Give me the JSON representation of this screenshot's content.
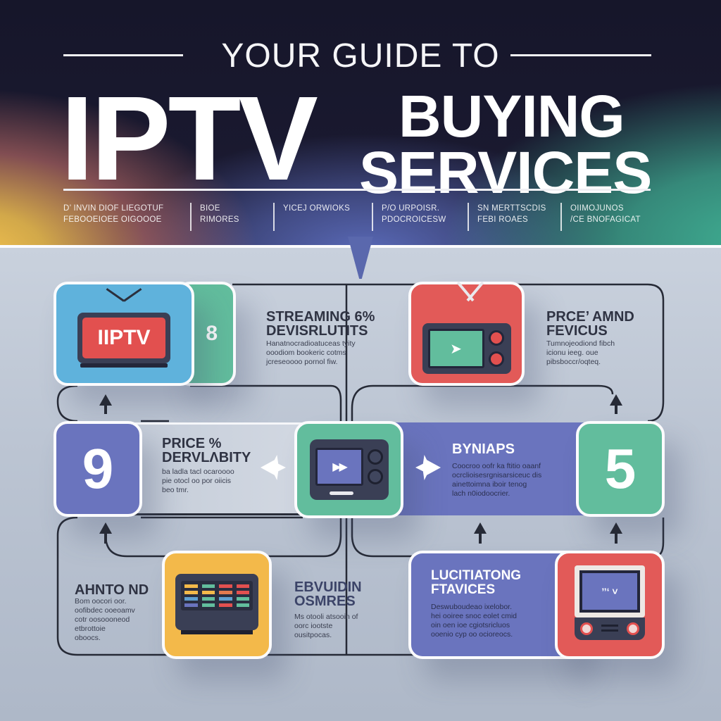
{
  "header": {
    "kicker": "YOUR GUIDE TO",
    "title_left": "IPTV",
    "title_right_line1": "BUYING",
    "title_right_line2": "SERVICES",
    "subnav": [
      {
        "line1": "D’ INVIN DIOF LIEGOTUF",
        "line2": "FEBOOEIOEE OIGOOOE"
      },
      {
        "line1": "BIOE",
        "line2": "RIMORES"
      },
      {
        "line1": "YICEJ ORWIOKS",
        "line2": ""
      },
      {
        "line1": "P/O URPOISR.",
        "line2": "PDOCROICESW"
      },
      {
        "line1": "SN MERTTSCDIS",
        "line2": "FEBI ROAES"
      },
      {
        "line1": "OIIMOJUNOS",
        "line2": "/CE BNOFAGICAT"
      }
    ]
  },
  "steps": [
    {
      "id": "streaming",
      "number": "8",
      "screen_label": "IIPTV",
      "title_line1": "STREAMING 6%",
      "title_line2": "DEVISRLUTITS",
      "body": [
        "Hanatnocradioatuceas tyity",
        "ooodiom bookeric cotms",
        "jcreseoooo pornol fiw."
      ],
      "colors": {
        "icon_tile": "#5fb2dc",
        "number_tile": "#62bd9d"
      }
    },
    {
      "id": "price-amnd",
      "title_line1": "PRCE’ AMND",
      "title_line2": "FEVICUS",
      "body": [
        "Tumnojeodiond fibch",
        "icionu ieeg. oue",
        "pibsboccr/oqteq."
      ],
      "colors": {
        "icon_tile": "#e25a58"
      }
    },
    {
      "id": "price-dervlabity",
      "number": "9",
      "title_line1": "PRICE %",
      "title_line2": "DERVLΛBITY",
      "body": [
        "ba ladla tacl ocaroooo",
        "pie otocl oo por oiicis",
        "beo tmr."
      ],
      "colors": {
        "number_tile": "#6a74be"
      }
    },
    {
      "id": "center-device",
      "screen_glyph": "fast-forward",
      "colors": {
        "icon_tile": "#62bd9d"
      }
    },
    {
      "id": "byniaps",
      "number": "5",
      "title_line1": "BYNIAPS",
      "body": [
        "Coocroo oofr ka ftitio oaanf",
        "ocrclioisesrgnisarsiceuc dis",
        "ainettoimna iboir tenog",
        "lach n0iodoocrier."
      ],
      "colors": {
        "panel": "#6a74be",
        "number_tile": "#62bd9d"
      }
    },
    {
      "id": "ahnto-nd",
      "title_line1": "AHNTO ND",
      "body": [
        "Bom oocori oor.",
        "oofibdec ooeoamv",
        "cotr oosoooneod",
        "etbrottoie",
        "oboocs."
      ]
    },
    {
      "id": "guide-grid",
      "colors": {
        "icon_tile": "#f3b94a"
      }
    },
    {
      "id": "ebvuidin",
      "title_line1": "EBVUIDIN",
      "title_line2": "OSMRES",
      "body": [
        "Ms otooli atsooin of",
        "oorc iootste",
        "ousitpocas."
      ]
    },
    {
      "id": "lucitiatong",
      "title_line1": "LUCITIATONG",
      "title_line2": "FTAVICES",
      "screen_label": "’’ʻ ˅",
      "body": [
        "Deswuboudeao ixelobor.",
        "hei ooiree snoc eolet cmid",
        "oin oen ioe cgiotsricluos",
        "ooenio cyp oo ocioreocs."
      ],
      "colors": {
        "panel": "#6a74be",
        "icon_tile": "#e25a58"
      }
    }
  ],
  "colors": {
    "blue": "#5fb2dc",
    "green": "#62bd9d",
    "red": "#e25a58",
    "purple": "#6a74be",
    "yellow": "#f3b94a",
    "dark": "#2b2f3c",
    "panel": "#c2cad7"
  }
}
